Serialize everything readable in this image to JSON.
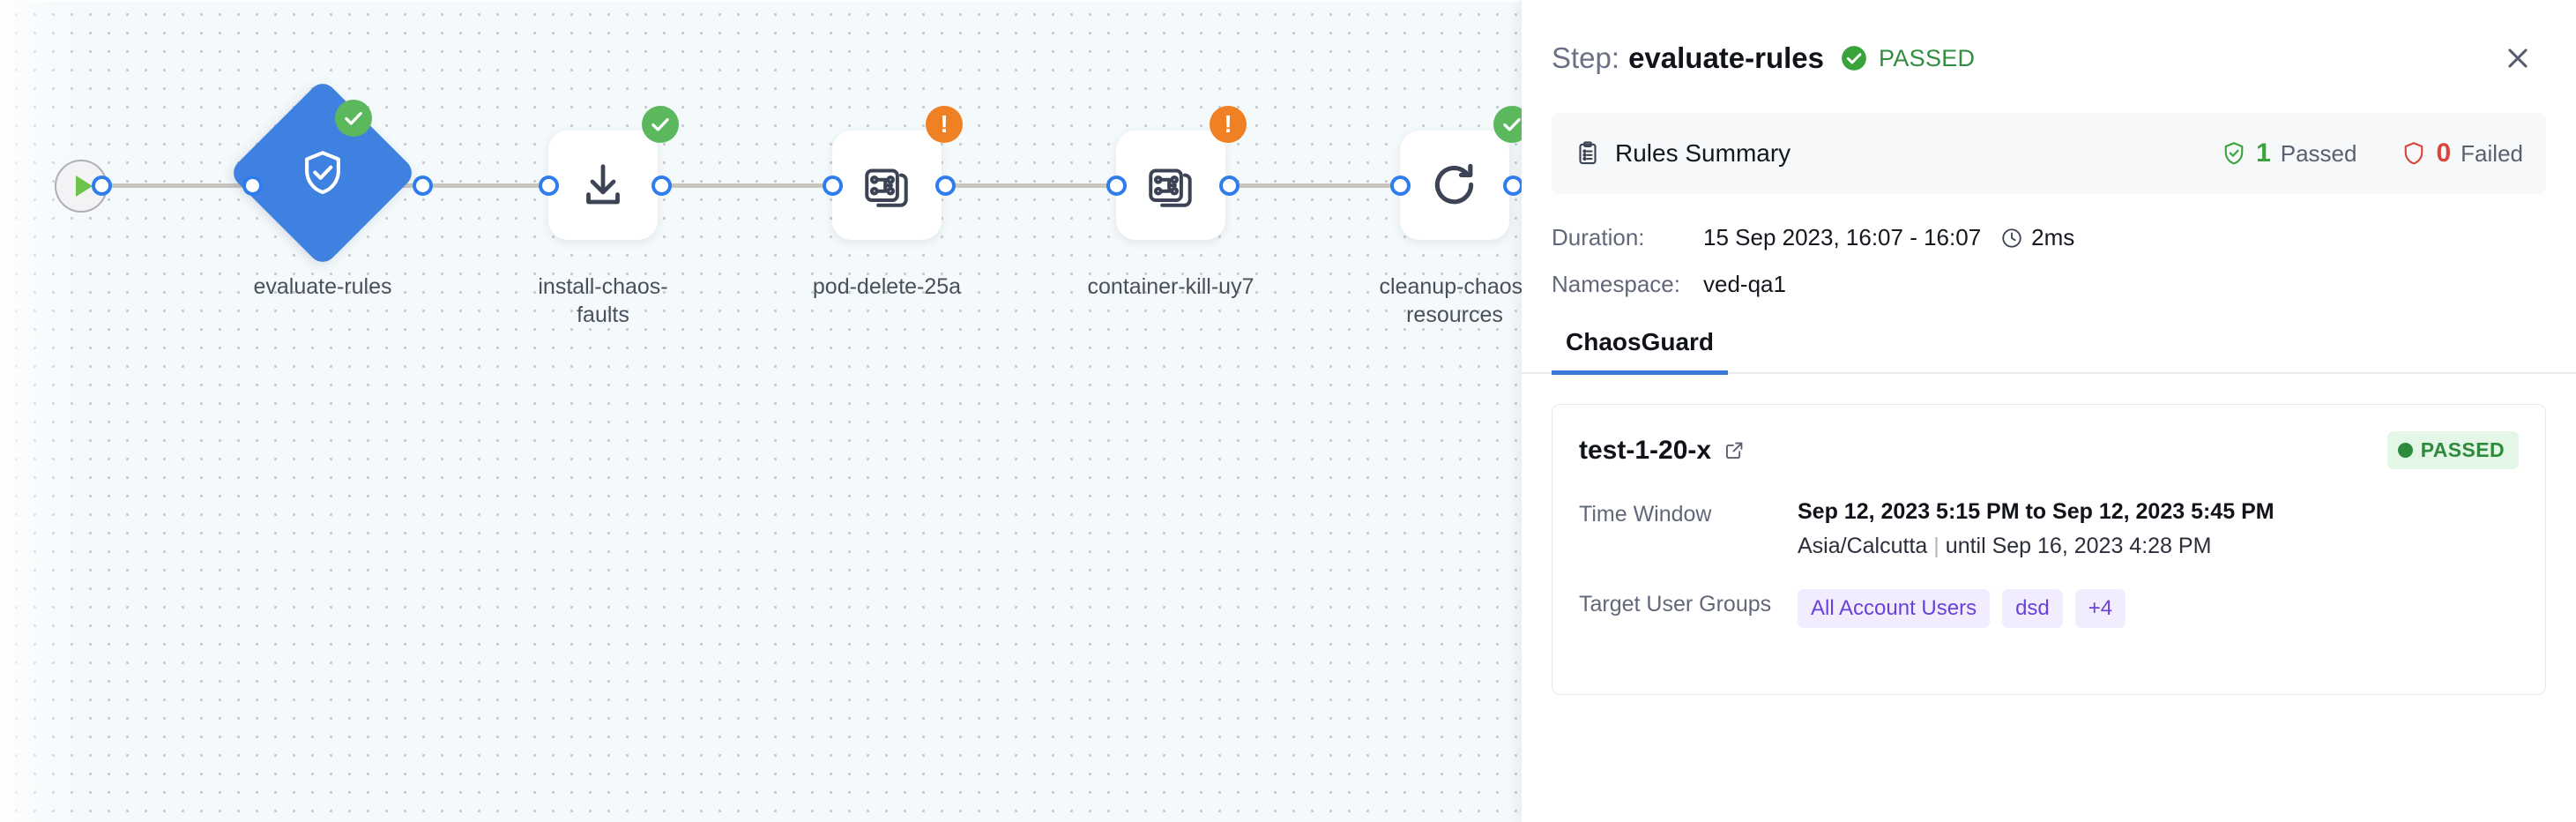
{
  "canvas": {
    "start_node": {
      "icon": "play-icon"
    },
    "nodes": [
      {
        "label": "evaluate-rules",
        "icon": "shield-check-icon",
        "shape": "diamond",
        "status": "success"
      },
      {
        "label": "install-chaos-\nfaults",
        "icon": "download-icon",
        "shape": "square",
        "status": "success"
      },
      {
        "label": "pod-delete-25a",
        "icon": "chaos-fault-icon",
        "shape": "square",
        "status": "warning"
      },
      {
        "label": "container-kill-uy7",
        "icon": "chaos-fault-icon",
        "shape": "square",
        "status": "warning"
      },
      {
        "label": "cleanup-chaos-\nresources",
        "icon": "refresh-icon",
        "shape": "square",
        "status": "success"
      }
    ],
    "node_labels": {
      "evaluate_rules": "evaluate-rules",
      "install_chaos_faults_l1": "install-chaos-",
      "install_chaos_faults_l2": "faults",
      "pod_delete": "pod-delete-25a",
      "container_kill": "container-kill-uy7",
      "cleanup_l1": "cleanup-chaos-",
      "cleanup_l2": "resources"
    }
  },
  "panel": {
    "header": {
      "step_prefix": "Step:",
      "step_name": "evaluate-rules",
      "status_text": "PASSED",
      "status_icon": "check-circle-icon",
      "close_icon": "close-icon"
    },
    "rules_summary": {
      "icon": "clipboard-icon",
      "title": "Rules Summary",
      "passed_count": "1",
      "passed_label": "Passed",
      "passed_icon": "shield-check-icon",
      "failed_count": "0",
      "failed_label": "Failed",
      "failed_icon": "shield-icon"
    },
    "meta": {
      "duration_key": "Duration:",
      "duration_value": "15 Sep 2023, 16:07 - 16:07",
      "duration_icon": "clock-icon",
      "duration_elapsed": "2ms",
      "namespace_key": "Namespace:",
      "namespace_value": "ved-qa1"
    },
    "tabs": [
      {
        "label": "ChaosGuard",
        "active": true
      }
    ],
    "guard_card": {
      "name": "test-1-20-x",
      "link_icon": "external-link-icon",
      "status": "PASSED",
      "rows": [
        {
          "key": "Time Window",
          "value_main": "Sep 12, 2023 5:15 PM to Sep 12, 2023 5:45 PM",
          "value_sub_tz": "Asia/Calcutta",
          "value_sub_until": "until Sep 16, 2023 4:28 PM"
        },
        {
          "key": "Target User Groups",
          "chips": [
            "All Account Users",
            "dsd",
            "+4"
          ]
        }
      ]
    }
  },
  "colors": {
    "accent_blue": "#3a78d8",
    "node_blue": "#3e81e0",
    "success_green": "#5cb85c",
    "warning_orange": "#ef8023",
    "fail_red": "#d9453b",
    "chip_purple": "#6a41d8",
    "canvas_bg": "#f4f9fb"
  }
}
